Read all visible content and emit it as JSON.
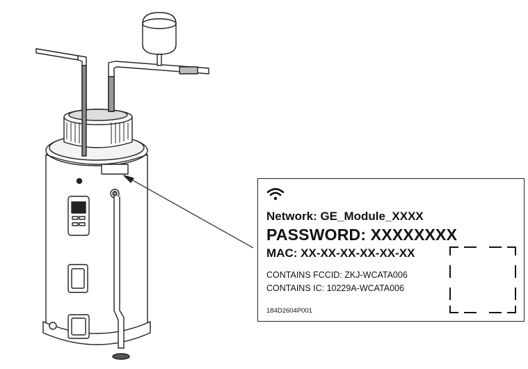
{
  "label": {
    "network": "Network: GE_Module_XXXX",
    "password": "PASSWORD: XXXXXXXX",
    "mac": "MAC: XX-XX-XX-XX-XX-XX",
    "fccid": "CONTAINS FCCID: ZKJ-WCATA006",
    "ic": "CONTAINS IC: 10229A-WCATA006",
    "part_number": "184D2604P001"
  },
  "icons": {
    "wifi": "wifi-icon",
    "qr_frame": "qr-code-placeholder"
  }
}
